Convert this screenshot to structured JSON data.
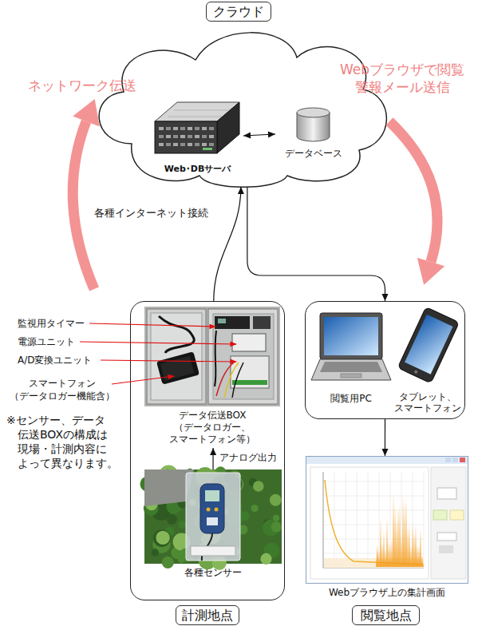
{
  "diagram": {
    "nodes": [
      {
        "text": [
          "クラウド"
        ]
      },
      {
        "text": [
          "Web･DBサーバ"
        ],
        "in": 0
      },
      {
        "text": [
          "データベース"
        ],
        "in": 0
      },
      {
        "text": [
          "計測地点"
        ]
      },
      {
        "text": [
          "データ伝送BOX （データロガー、 スマートフォン等）"
        ],
        "in": 3
      },
      {
        "text": [
          "各種センサー"
        ],
        "in": 3
      },
      {
        "text": [
          "閲覧地点"
        ]
      },
      {
        "text": [
          "閲覧用PC"
        ],
        "in": 6
      },
      {
        "text": [
          "タブレット、 スマートフォン"
        ],
        "in": 6
      },
      {
        "text": [
          "Webブラウザ上の集計画面"
        ]
      }
    ],
    "edges": [
      {
        "from": 1,
        "to": 2,
        "arrow": "both"
      },
      {
        "from": 3,
        "to": 0,
        "label": "各種インターネット接続",
        "arrow": "to"
      },
      {
        "from": 0,
        "to": 6,
        "arrow": "to"
      },
      {
        "from": 5,
        "to": 4,
        "label": "アナログ出力",
        "arrow": "to"
      },
      {
        "from": 6,
        "to": 9,
        "arrow": "to"
      }
    ],
    "labels": [
      "ネットワーク伝送",
      "Webブラウザで閲覧 警報メール送信",
      "監視用タイマー",
      "電源ユニット",
      "A/D変換ユニット",
      "スマートフォン （データロガー機能含）",
      "※センサー、データ 伝送BOXの構成は 現場・計測内容に よって異なります。"
    ]
  }
}
